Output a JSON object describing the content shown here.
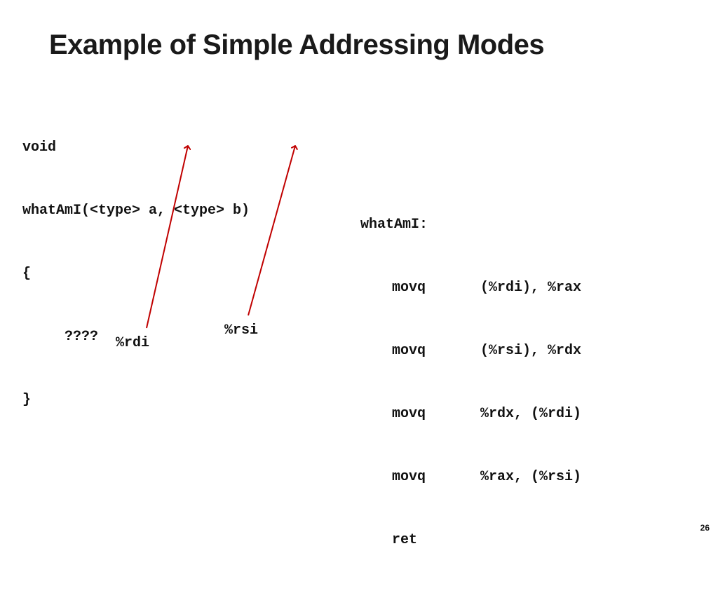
{
  "slide": {
    "title": "Example of Simple Addressing Modes",
    "page_number": "26"
  },
  "c_code": {
    "lines": [
      "void",
      "whatAmI(<type> a, <type> b)",
      "{",
      "     ????",
      "}"
    ]
  },
  "asm": {
    "label": "whatAmI:",
    "instructions": [
      {
        "op": "movq",
        "args": "(%rdi), %rax"
      },
      {
        "op": "movq",
        "args": "(%rsi), %rdx"
      },
      {
        "op": "movq",
        "args": "%rdx, (%rdi)"
      },
      {
        "op": "movq",
        "args": "%rax, (%rsi)"
      },
      {
        "op": "ret",
        "args": ""
      }
    ]
  },
  "annotations": {
    "rdi_label": "%rdi",
    "rsi_label": "%rsi",
    "arrow_color": "#c00000"
  }
}
